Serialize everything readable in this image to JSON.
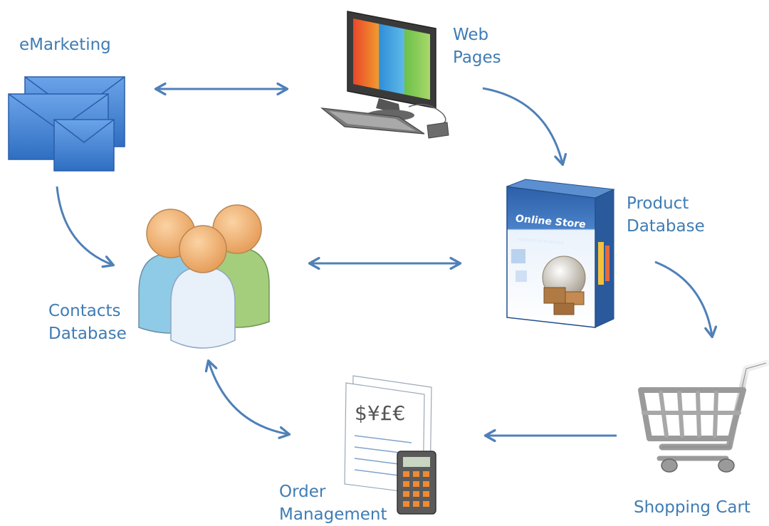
{
  "nodes": {
    "emarketing": {
      "label": "eMarketing"
    },
    "web_pages": {
      "lines": [
        "Web",
        "Pages"
      ]
    },
    "product_database": {
      "lines": [
        "Product",
        "Database"
      ],
      "box_title": "Online Store",
      "box_subtitle": "Software-As-A-Service"
    },
    "contacts_database": {
      "lines": [
        "Contacts",
        "Database"
      ]
    },
    "order_management": {
      "lines": [
        "Order",
        "Management"
      ],
      "currency_symbols": "$¥£€"
    },
    "shopping_cart": {
      "label": "Shopping Cart"
    }
  },
  "colors": {
    "label": "#3f7cb4",
    "arrow": "#4f80b8",
    "envelope": "#4a86d4",
    "person_skin": "#f1b87a",
    "person_blue": "#8fcbe6",
    "person_green": "#a4ce7c",
    "person_white": "#e8f0fa"
  }
}
